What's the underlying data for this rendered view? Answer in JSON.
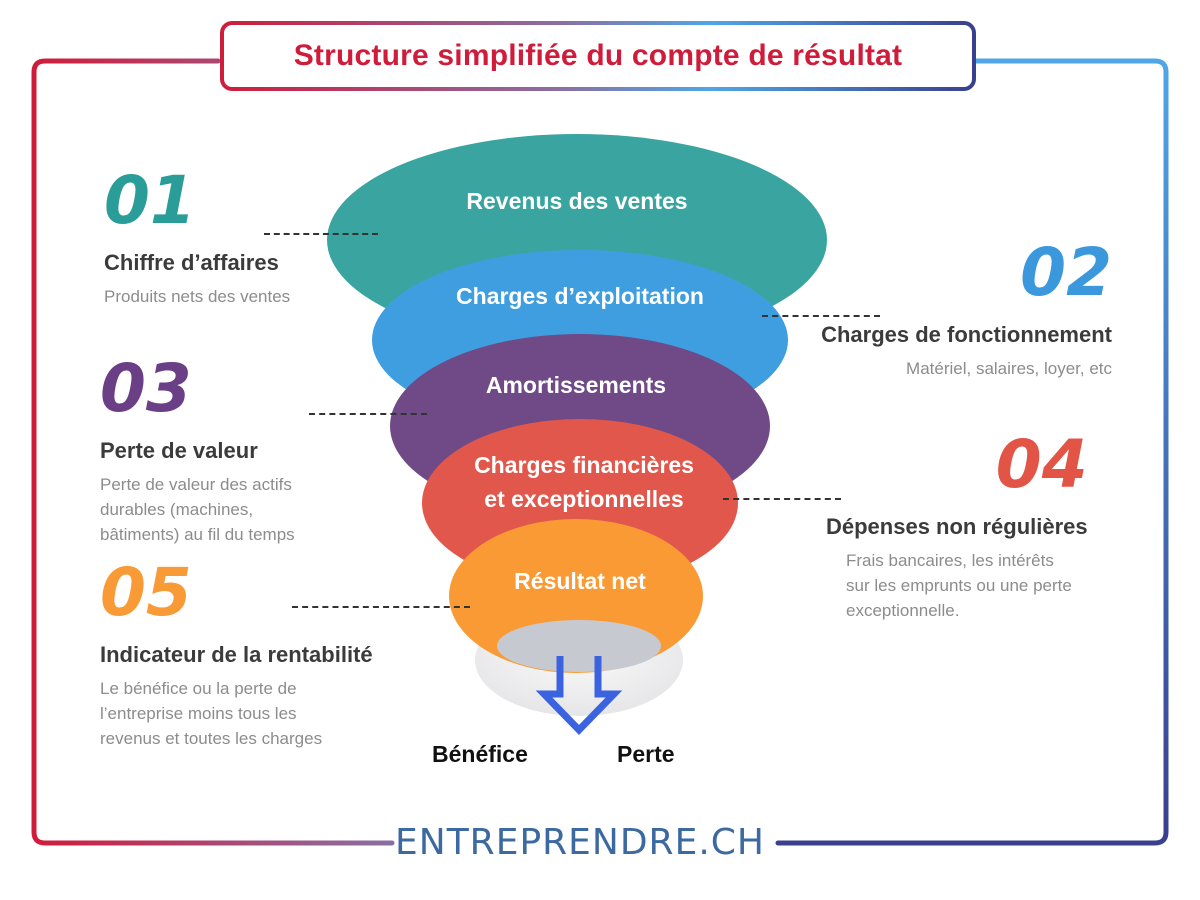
{
  "title": "Structure simplifiée du compte de résultat",
  "steps": [
    {
      "number": "01",
      "heading": "Chiffre d’affaires",
      "description": "Produits nets des ventes",
      "color": "#2a9d98"
    },
    {
      "number": "02",
      "heading": "Charges de fonctionnement",
      "description": "Matériel, salaires, loyer, etc",
      "color": "#3b98dd"
    },
    {
      "number": "03",
      "heading": "Perte de valeur",
      "description": [
        "Perte de valeur des actifs",
        "durables (machines,",
        "bâtiments) au fil du temps"
      ],
      "color": "#6b3f86"
    },
    {
      "number": "04",
      "heading": "Dépenses non régulières",
      "description": [
        "Frais bancaires, les intérêts",
        "sur les emprunts ou une perte",
        "exceptionnelle."
      ],
      "color": "#e25546"
    },
    {
      "number": "05",
      "heading": "Indicateur de la rentabilité",
      "description": [
        "Le bénéfice ou la perte de",
        "l’entreprise moins tous les",
        "revenus et toutes les charges"
      ],
      "color": "#f89a35"
    }
  ],
  "funnel": [
    {
      "label": "Revenus des ventes",
      "color": "#3aa5a0"
    },
    {
      "label": "Charges d’exploitation",
      "color": "#3f9ee0"
    },
    {
      "label": "Amortissements",
      "color": "#6f4a87"
    },
    {
      "label": [
        "Charges financières",
        "et exceptionnelles"
      ],
      "color": "#e2574b"
    },
    {
      "label": "Résultat net",
      "color": "#fa9a35"
    }
  ],
  "outcomes": {
    "profit": "Bénéfice",
    "loss": "Perte"
  },
  "footer": "ENTREPRENDRE.CH",
  "colors": {
    "brand_red": "#d01c3b",
    "brand_blue": "#4fa6e6",
    "arrow": "#3b63e0"
  }
}
